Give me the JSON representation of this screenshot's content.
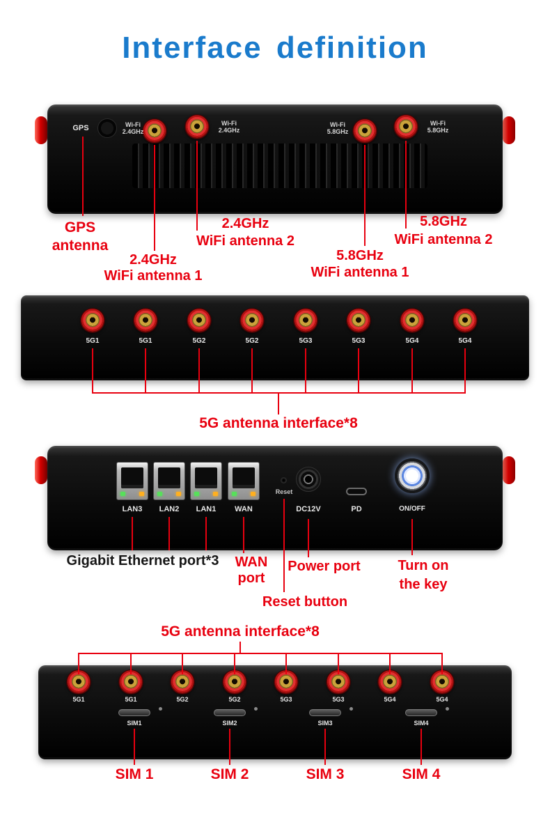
{
  "title": "Interface definition",
  "colors": {
    "title_blue": "#1a7bcc",
    "callout_red": "#e8000f",
    "dark_text": "#161616",
    "device_black": "#0b0b0b"
  },
  "panel_top": {
    "gps_port_label": "GPS",
    "wifi_ports": [
      {
        "line1": "Wi-Fi",
        "line2": "2.4GHz"
      },
      {
        "line1": "Wi-Fi",
        "line2": "2.4GHz"
      },
      {
        "line1": "Wi-Fi",
        "line2": "5.8GHz"
      },
      {
        "line1": "Wi-Fi",
        "line2": "5.8GHz"
      }
    ],
    "callouts": {
      "gps": {
        "line1": "GPS",
        "line2": "antenna"
      },
      "wifi24_1": {
        "line1": "2.4GHz",
        "line2": "WiFi antenna 1"
      },
      "wifi24_2": {
        "line1": "2.4GHz",
        "line2": "WiFi antenna 2"
      },
      "wifi58_1": {
        "line1": "5.8GHz",
        "line2": "WiFi antenna 1"
      },
      "wifi58_2": {
        "line1": "5.8GHz",
        "line2": "WiFi antenna 2"
      }
    }
  },
  "panel_antennas": {
    "ports": [
      "5G1",
      "5G1",
      "5G2",
      "5G2",
      "5G3",
      "5G3",
      "5G4",
      "5G4"
    ],
    "callout": "5G antenna interface*8"
  },
  "panel_front": {
    "eth_ports": [
      "LAN3",
      "LAN2",
      "LAN1",
      "WAN"
    ],
    "reset_label": "Reset",
    "dc_label": "DC12V",
    "pd_label": "PD",
    "onoff_label": "ON/OFF",
    "callouts": {
      "ethernet": "Gigabit Ethernet port*3",
      "wan": {
        "line1": "WAN",
        "line2": "port"
      },
      "power": "Power port",
      "reset": "Reset button",
      "key": {
        "line1": "Turn on",
        "line2": "the key"
      }
    }
  },
  "panel_sim": {
    "callout_top": "5G antenna interface*8",
    "ports": [
      "5G1",
      "5G1",
      "5G2",
      "5G2",
      "5G3",
      "5G3",
      "5G4",
      "5G4"
    ],
    "sim_slots": [
      "SIM1",
      "SIM2",
      "SIM3",
      "SIM4"
    ],
    "callouts": [
      "SIM 1",
      "SIM 2",
      "SIM 3",
      "SIM 4"
    ]
  }
}
